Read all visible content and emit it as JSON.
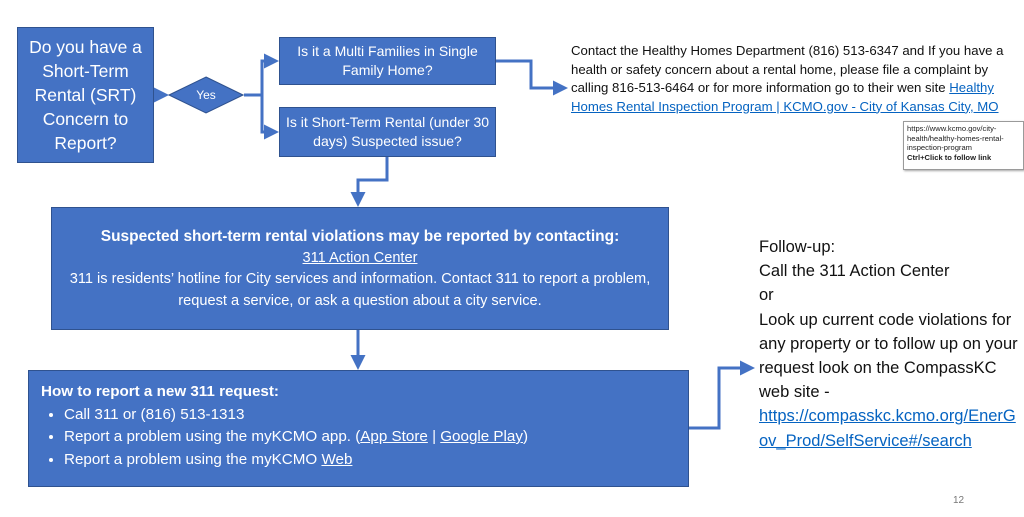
{
  "question": {
    "lines": [
      "Do you have a",
      "Short-Term",
      "Rental (SRT)",
      "Concern to",
      "Report?"
    ]
  },
  "decision": {
    "label": "Yes"
  },
  "branch_multi": {
    "text": "Is it a Multi Families in Single Family Home?"
  },
  "branch_srt": {
    "text": "Is it Short-Term Rental (under 30 days) Suspected issue?"
  },
  "contact": {
    "text": "Contact the Healthy Homes Department (816) 513-6347 and If you have a health or safety concern about a rental home, please file a complaint by calling 816-513-6464 or for more information go to their wen site ",
    "link": "Healthy Homes Rental Inspection Program | KCMO.gov - City of Kansas City, MO"
  },
  "tooltip": {
    "url": "https://www.kcmo.gov/city-health/healthy-homes-rental-inspection-program",
    "hint": "Ctrl+Click to follow link"
  },
  "main": {
    "title": "Suspected short-term rental violations may be reported by contacting:",
    "link": "311 Action Center",
    "body": "311 is residents’ hotline for City services and information. Contact 311 to report a problem, request a service, or ask a question about a city service."
  },
  "report": {
    "title": "How to report a new 311 request:",
    "item1": "Call 311 or (816) 513-1313",
    "item2_prefix": "Report a problem using the myKCMO app. (",
    "app_store": "App Store",
    "separator": " | ",
    "google_play": "Google Play",
    "item2_suffix": ")",
    "item3_prefix": "Report a problem using the myKCMO ",
    "web": "Web"
  },
  "followup": {
    "line1": "Follow-up:",
    "line2": "Call the 311 Action Center",
    "line3": "or",
    "line4": "Look up current code violations for any property or to follow up on your request look on the CompassKC web site -",
    "url": "https://compasskc.kcmo.org/EnerGov_Prod/SelfService#/search"
  },
  "page_number": "12",
  "colors": {
    "box_fill": "#4472c4",
    "box_border": "#2f528f",
    "link": "#0563c1"
  }
}
